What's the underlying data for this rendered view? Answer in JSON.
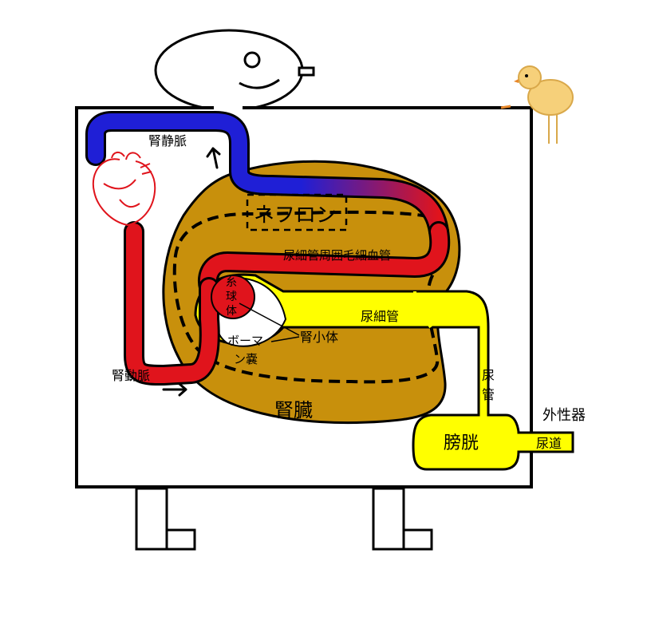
{
  "labels": {
    "renal_vein": "腎静脈",
    "nephron": "ネフロン",
    "peritubular_capillary": "尿細管周囲毛細血管",
    "glomerulus": "糸球体",
    "renal_tubule": "尿細管",
    "bowman_capsule": "ボーマン嚢",
    "renal_corpuscle": "腎小体",
    "renal_artery": "腎動脈",
    "ureter": "尿管",
    "kidney": "腎臓",
    "bladder": "膀胱",
    "genitalia": "外性器",
    "urethra": "尿道"
  },
  "colors": {
    "vein": "#1f1fd6",
    "artery": "#e0141c",
    "kidney": "#c8900c",
    "tubule": "#ffff00",
    "outline": "#000000"
  },
  "icons": {
    "heart": "anatomical-heart-icon",
    "chick": "chick-icon"
  }
}
